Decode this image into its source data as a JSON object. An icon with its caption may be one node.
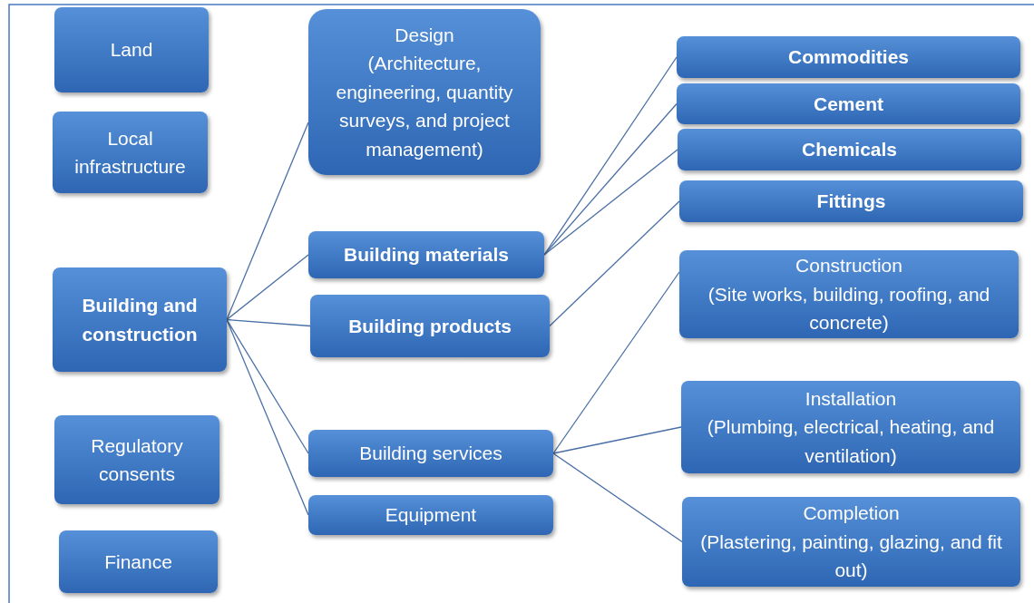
{
  "diagram": {
    "nodes": [
      {
        "text": [
          "Land"
        ]
      },
      {
        "text": [
          "Local infrastructure"
        ]
      },
      {
        "text": [
          "Design",
          "(Architecture, engineering, quantity surveys, and project management)"
        ]
      },
      {
        "text": [
          "Commodities"
        ]
      },
      {
        "text": [
          "Cement"
        ]
      },
      {
        "text": [
          "Chemicals"
        ]
      },
      {
        "text": [
          "Fittings"
        ]
      },
      {
        "text": [
          "Building and construction"
        ]
      },
      {
        "text": [
          "Building materials"
        ]
      },
      {
        "text": [
          "Building products"
        ]
      },
      {
        "text": [
          "Construction",
          "(Site works, building, roofing, and concrete)"
        ]
      },
      {
        "text": [
          "Regulatory consents"
        ]
      },
      {
        "text": [
          "Building services"
        ]
      },
      {
        "text": [
          "Installation",
          "(Plumbing, electrical, heating, and ventilation)"
        ]
      },
      {
        "text": [
          "Equipment"
        ]
      },
      {
        "text": [
          "Completion",
          "(Plastering, painting, glazing, and fit out)"
        ]
      },
      {
        "text": [
          "Finance"
        ]
      }
    ],
    "edges": [
      {
        "from": 7,
        "to": 2,
        "arrow": "none"
      },
      {
        "from": 7,
        "to": 8,
        "arrow": "none"
      },
      {
        "from": 7,
        "to": 9,
        "arrow": "none"
      },
      {
        "from": 7,
        "to": 12,
        "arrow": "none"
      },
      {
        "from": 7,
        "to": 14,
        "arrow": "none"
      },
      {
        "from": 8,
        "to": 3,
        "arrow": "none"
      },
      {
        "from": 8,
        "to": 4,
        "arrow": "none"
      },
      {
        "from": 8,
        "to": 5,
        "arrow": "none"
      },
      {
        "from": 9,
        "to": 6,
        "arrow": "none"
      },
      {
        "from": 12,
        "to": 10,
        "arrow": "none"
      },
      {
        "from": 12,
        "to": 13,
        "arrow": "none"
      },
      {
        "from": 12,
        "to": 15,
        "arrow": "none"
      }
    ]
  }
}
